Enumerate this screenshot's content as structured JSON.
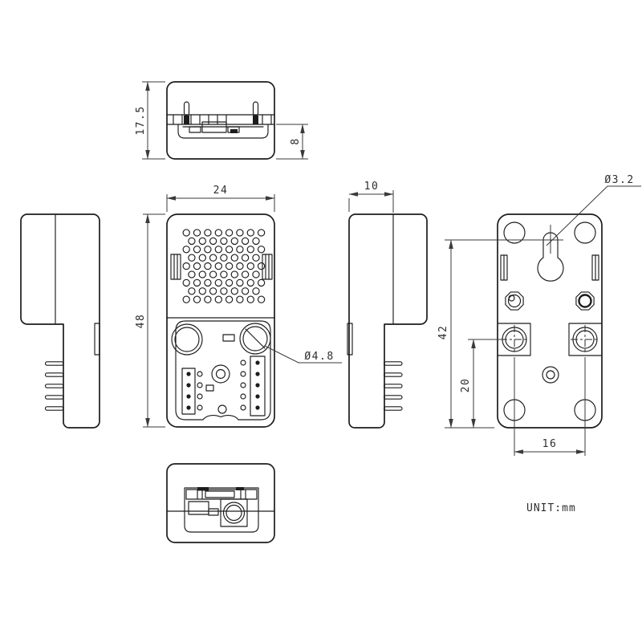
{
  "unit_note": "UNIT:mm",
  "dimensions": {
    "overall_depth": "17.5",
    "bottom_connector_depth": "8",
    "overall_width": "24",
    "overall_height": "48",
    "front_section_depth": "10",
    "keyhole_diameter": "Ø3.2",
    "corner_hole_diameter": "Ø4.8",
    "mount_span_height": "42",
    "mount_hole_offset": "20",
    "mount_hole_spacing": "16"
  }
}
